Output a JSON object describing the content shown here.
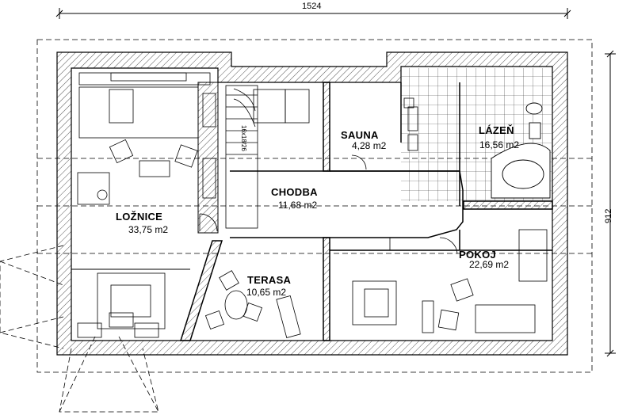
{
  "dimensions": {
    "width": "1524",
    "height": "912"
  },
  "stair_label": "16x18/26",
  "rooms": {
    "loznice": {
      "name": "LOŽNICE",
      "area": "33,75 m2"
    },
    "sauna": {
      "name": "SAUNA",
      "area": "4,28 m2"
    },
    "lazen": {
      "name": "LÁZEŇ",
      "area": "16,56 m2"
    },
    "chodba": {
      "name": "CHODBA",
      "area": "11,68 m2"
    },
    "terasa": {
      "name": "TERASA",
      "area": "10,65 m2"
    },
    "pokoj": {
      "name": "POKOJ",
      "area": "22,69 m2"
    }
  },
  "colors": {
    "line": "#000000",
    "hatch": "#555555",
    "background": "#ffffff"
  }
}
